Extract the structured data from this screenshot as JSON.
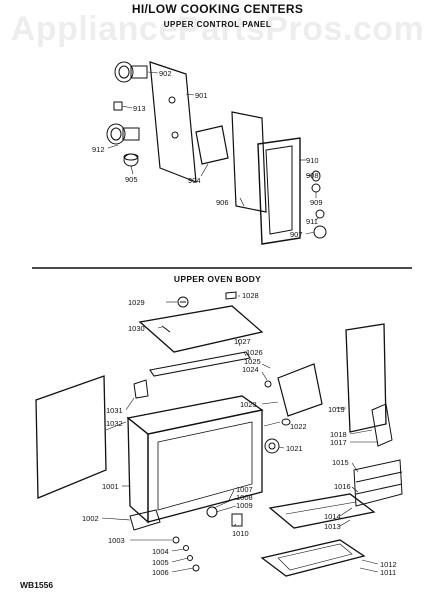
{
  "header": {
    "title": "HI/LOW COOKING CENTERS",
    "subtitle": "UPPER CONTROL PANEL",
    "watermark": "AppliancePartsPros.com"
  },
  "section": {
    "title": "UPPER OVEN BODY"
  },
  "figure_id": "WB1556",
  "part_labels": {
    "p902": "902",
    "p901": "901",
    "p913": "913",
    "p912": "912",
    "p905": "905",
    "p904": "904",
    "p906": "906",
    "p910": "910",
    "p908": "908",
    "p909": "909",
    "p911": "911",
    "p907": "907",
    "p1028": "1028",
    "p1029": "1029",
    "p1030": "1030",
    "p1027": "1027",
    "p1026": "1026",
    "p1025": "1025",
    "p1024": "1024",
    "p1023": "1023",
    "p1022": "1022",
    "p1019": "1019",
    "p1018": "1018",
    "p1017": "1017",
    "p1031": "1031",
    "p1032": "1032",
    "p1021": "1021",
    "p1015": "1015",
    "p1016": "1016",
    "p1001": "1001",
    "p1007": "1007",
    "p1008": "1008",
    "p1009": "1009",
    "p1010": "1010",
    "p1014": "1014",
    "p1013": "1013",
    "p1002": "1002",
    "p1003": "1003",
    "p1004": "1004",
    "p1005": "1005",
    "p1006": "1006",
    "p1012": "1012",
    "p1011": "1011"
  }
}
